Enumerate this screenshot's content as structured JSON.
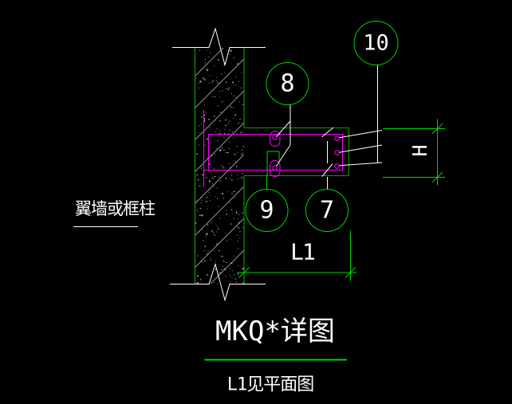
{
  "drawing": {
    "title": "MKQ*详图",
    "subtitle": "L1见平面图",
    "wall_label": "翼墙或框柱"
  },
  "dimensions": {
    "horizontal_label": "L1",
    "vertical_label": "H"
  },
  "callouts": [
    {
      "label": "8"
    },
    {
      "label": "9"
    },
    {
      "label": "7"
    },
    {
      "label": "10"
    }
  ],
  "colors": {
    "background": "#000000",
    "white": "#ffffff",
    "green_bright": "#00d400",
    "green_wall": "#00b800",
    "green_bracket": "#0c960c",
    "magenta": "#ff00ff",
    "hatch_gray": "#8f8f8f"
  }
}
